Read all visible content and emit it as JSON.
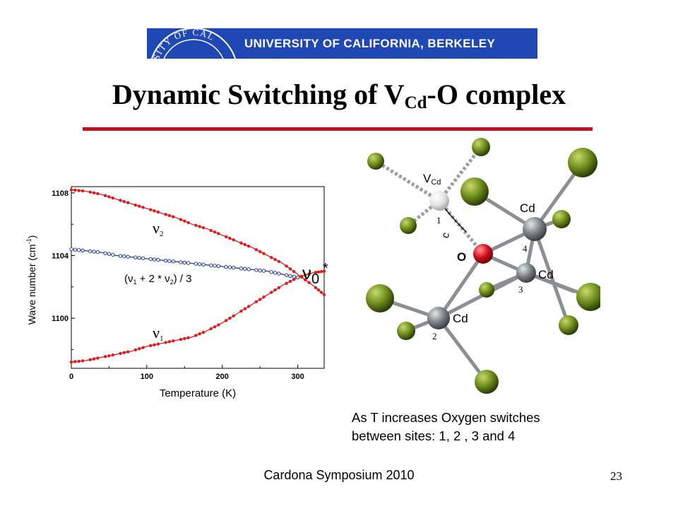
{
  "header": {
    "banner_text": "UNIVERSITY OF CALIFORNIA, BERKELEY",
    "seal_text": "RSITY OF CAL",
    "banner_color": "#1f48b5"
  },
  "slide": {
    "title_main": "Dynamic Switching of V",
    "title_sub": "Cd",
    "title_tail": "-O complex",
    "rule_color": "#c0131f",
    "caption_line1": "As T increases Oxygen switches",
    "caption_line2": "between sites: 1, 2 , 3 and 4",
    "footer": "Cardona Symposium 2010",
    "page_number": "23"
  },
  "chart_data": {
    "type": "line",
    "xlabel": "Temperature (K)",
    "ylabel_main": "Wave number (cm",
    "ylabel_sup": "-1",
    "ylabel_tail": ")",
    "xlim": [
      0,
      335
    ],
    "ylim": [
      1096.8,
      1108.4
    ],
    "x_ticks": [
      0,
      100,
      200,
      300
    ],
    "y_ticks": [
      1100,
      1104,
      1108
    ],
    "series": [
      {
        "name": "ν2",
        "color": "#e31a1c",
        "marker": "filled",
        "x": [
          0,
          20,
          40,
          60,
          80,
          100,
          120,
          140,
          160,
          180,
          200,
          220,
          240,
          260,
          280,
          300,
          320,
          335
        ],
        "y": [
          1108.2,
          1108.1,
          1107.9,
          1107.6,
          1107.3,
          1107.0,
          1106.7,
          1106.4,
          1106.0,
          1105.7,
          1105.3,
          1104.9,
          1104.5,
          1104.0,
          1103.5,
          1102.8,
          1102.1,
          1101.5
        ]
      },
      {
        "name": "(ν1 + 2 * ν2) / 3",
        "color": "#1f3c9e",
        "marker": "open",
        "x": [
          0,
          20,
          40,
          60,
          80,
          100,
          120,
          140,
          160,
          180,
          200,
          220,
          240,
          260,
          280,
          300
        ],
        "y": [
          1104.4,
          1104.3,
          1104.2,
          1104.0,
          1103.9,
          1103.8,
          1103.7,
          1103.6,
          1103.5,
          1103.4,
          1103.3,
          1103.2,
          1103.1,
          1103.0,
          1102.8,
          1102.6
        ]
      },
      {
        "name": "ν1",
        "color": "#e31a1c",
        "marker": "filled",
        "x": [
          0,
          20,
          40,
          60,
          80,
          100,
          120,
          140,
          160,
          180,
          200,
          220,
          240,
          260,
          280,
          300,
          320,
          335
        ],
        "y": [
          1097.2,
          1097.3,
          1097.5,
          1097.7,
          1097.9,
          1098.2,
          1098.4,
          1098.6,
          1098.8,
          1099.2,
          1099.7,
          1100.3,
          1100.9,
          1101.5,
          1102.1,
          1102.6,
          1102.9,
          1103.0
        ]
      }
    ],
    "labels": {
      "nu2": "ν",
      "nu2_sub": "2",
      "mean_prefix": "(ν",
      "mean_sub1": "1",
      "mean_mid": " + 2 * ν",
      "mean_sub2": "2",
      "mean_suffix": ") / 3",
      "nu1": "ν",
      "nu1_sub": "1",
      "nu0": "ν",
      "nu0_sub": "0",
      "star": "*"
    }
  },
  "molecule": {
    "vacancy_label": "V",
    "vacancy_sub": "Cd",
    "oxygen_label": "O",
    "cd_label": "Cd",
    "site1": "1",
    "site2": "2",
    "site3": "3",
    "site4": "4",
    "arrow_label": "c",
    "colors": {
      "ligand": "#6f8f1c",
      "cd": "#7d8488",
      "oxygen": "#d7111d",
      "vacancy": "#e4e4e4",
      "bond": "#8a8f93"
    }
  }
}
